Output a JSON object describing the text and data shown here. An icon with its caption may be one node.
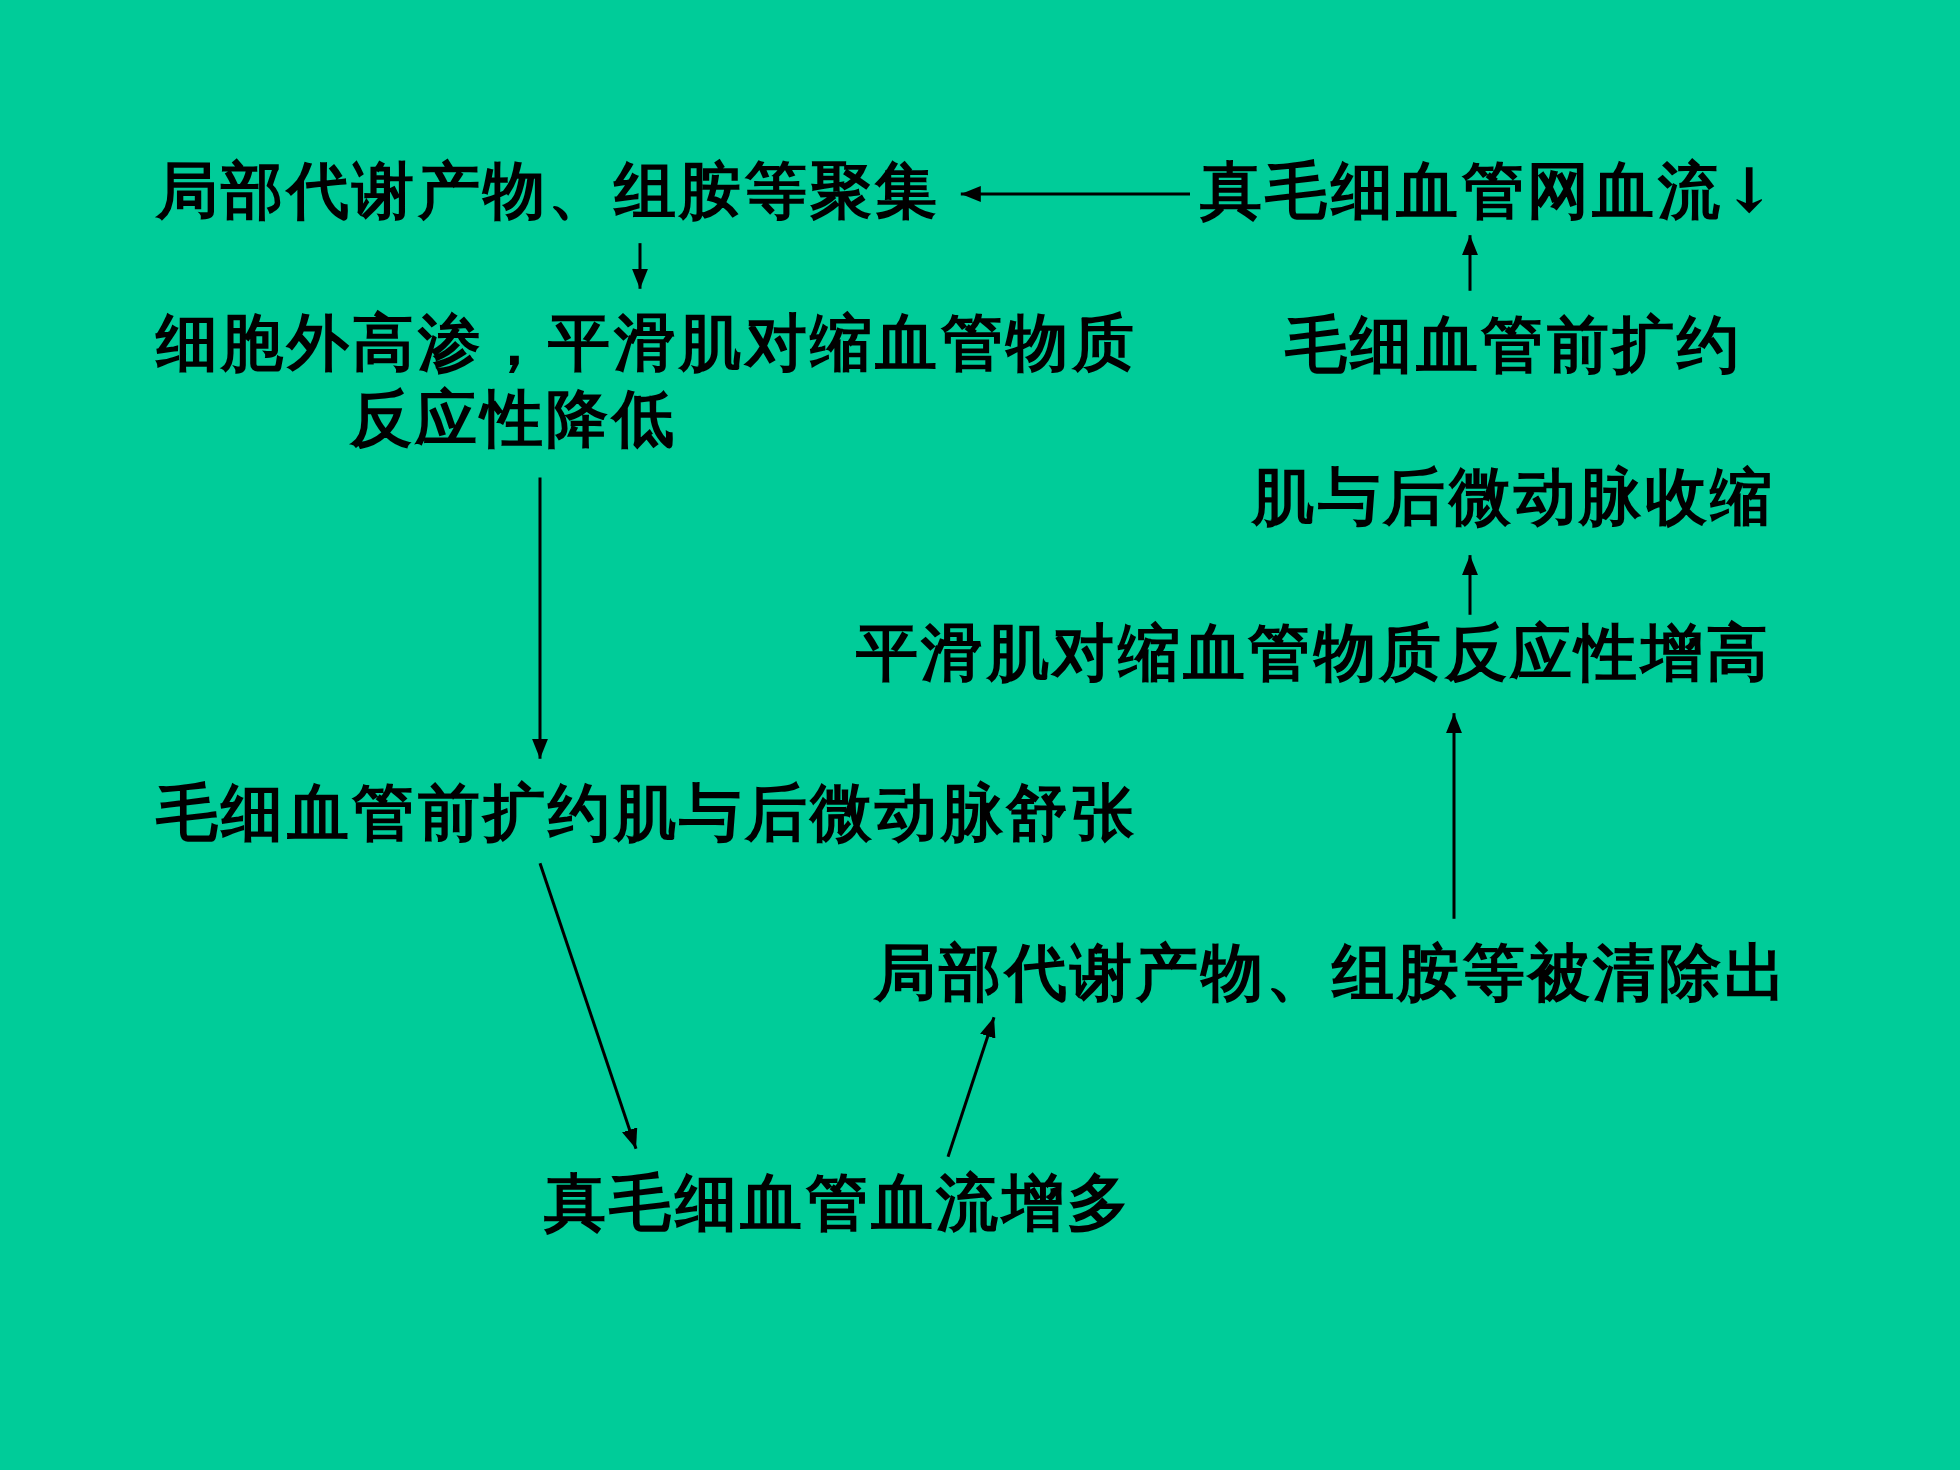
{
  "diagram": {
    "nodes": [
      {
        "text": [
          "局部代谢产物、组胺等聚集"
        ]
      },
      {
        "text": [
          "真毛细血管网血流↓"
        ]
      },
      {
        "text": [
          "细胞外高渗，平滑肌对缩血管物质反应性降低"
        ]
      },
      {
        "text": [
          "毛细血管前扩约",
          "肌与后微动脉收缩"
        ]
      },
      {
        "text": [
          "平滑肌对缩血管物质反应性增高"
        ]
      },
      {
        "text": [
          "毛细血管前扩约肌与后微动脉舒张"
        ]
      },
      {
        "text": [
          "局部代谢产物、组胺等被清除出"
        ]
      },
      {
        "text": [
          "真毛细血管血流增多"
        ]
      }
    ],
    "edges": [
      {
        "from": 1,
        "to": 0,
        "arrow": "to"
      },
      {
        "from": 0,
        "to": 2,
        "arrow": "to"
      },
      {
        "from": 2,
        "to": 5,
        "arrow": "to"
      },
      {
        "from": 5,
        "to": 7,
        "arrow": "to"
      },
      {
        "from": 7,
        "to": 6,
        "arrow": "to"
      },
      {
        "from": 6,
        "to": 4,
        "arrow": "to"
      },
      {
        "from": 4,
        "to": 3,
        "arrow": "to"
      },
      {
        "from": 3,
        "to": 1,
        "arrow": "to"
      }
    ]
  }
}
